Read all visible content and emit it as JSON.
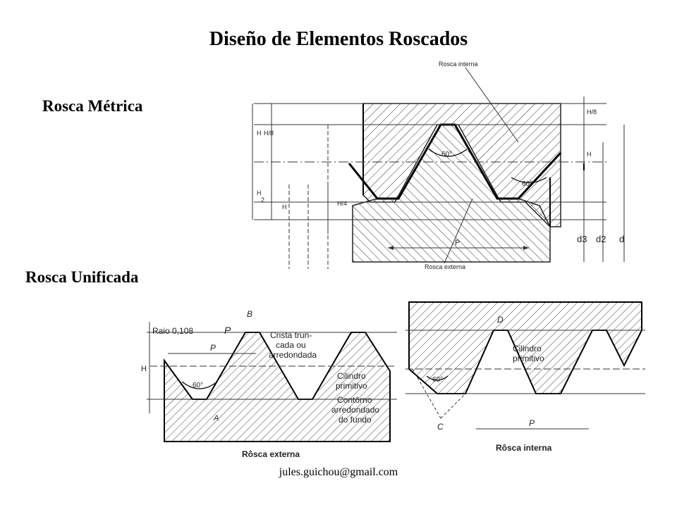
{
  "title": "Diseño de Elementos Roscados",
  "sections": {
    "metric": "Rosca Métrica",
    "unified": "Rosca Unificada"
  },
  "metric_diagram": {
    "label_internal": "Rosca interna",
    "label_external": "Rosca externa",
    "angle": "60°",
    "pitch": "P",
    "dims": [
      "d3",
      "d2",
      "d"
    ]
  },
  "unified_external": {
    "raio": "Raio 0,108",
    "p_label": "P",
    "b_label": "B",
    "a_label": "A",
    "angle": "60°",
    "crest": [
      "Crista trun-",
      "cada ou",
      "arredondada"
    ],
    "pitch_cyl": [
      "Cilindro",
      "primitivo"
    ],
    "root": [
      "Contôrno",
      "arredondado",
      "do fundo"
    ],
    "caption": "Rôsca externa"
  },
  "unified_internal": {
    "d_label": "D",
    "c_label": "C",
    "angle": "60°",
    "pitch_cyl": [
      "Cilindro",
      "primitivo"
    ],
    "p_label": "P",
    "caption": "Rôsca interna"
  },
  "footer": "jules.guichou@gmail.com"
}
